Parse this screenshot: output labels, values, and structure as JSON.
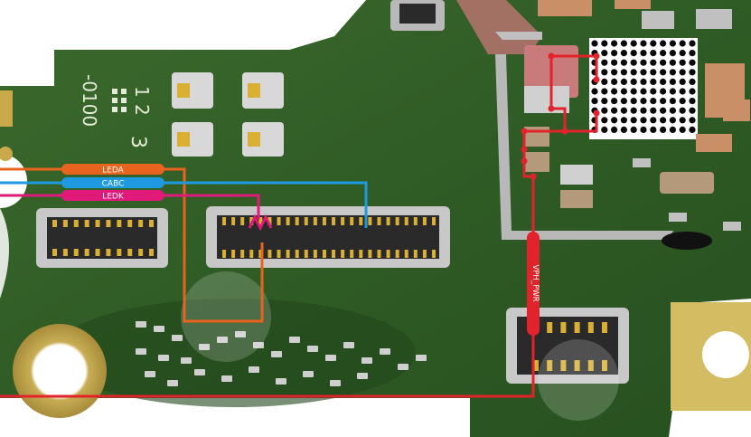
{
  "nets": {
    "leda": {
      "label": "LEDA",
      "color": "#e8641e"
    },
    "cabc": {
      "label": "CABC",
      "color": "#1e9be0"
    },
    "ledk": {
      "label": "LEDK",
      "color": "#e0197a"
    },
    "vph_pwr": {
      "label": "VPH_PWR",
      "color": "#e3232b"
    }
  },
  "silkscreen": {
    "num1": "1",
    "num2": "2",
    "num3": "3",
    "partial": "-0100"
  },
  "colors": {
    "pcb": "#2f5b25",
    "pcb_dark": "#234a1c",
    "gold": "#d9c06a"
  },
  "icons": {
    "watermark": "phoneboard-logo-icon"
  }
}
